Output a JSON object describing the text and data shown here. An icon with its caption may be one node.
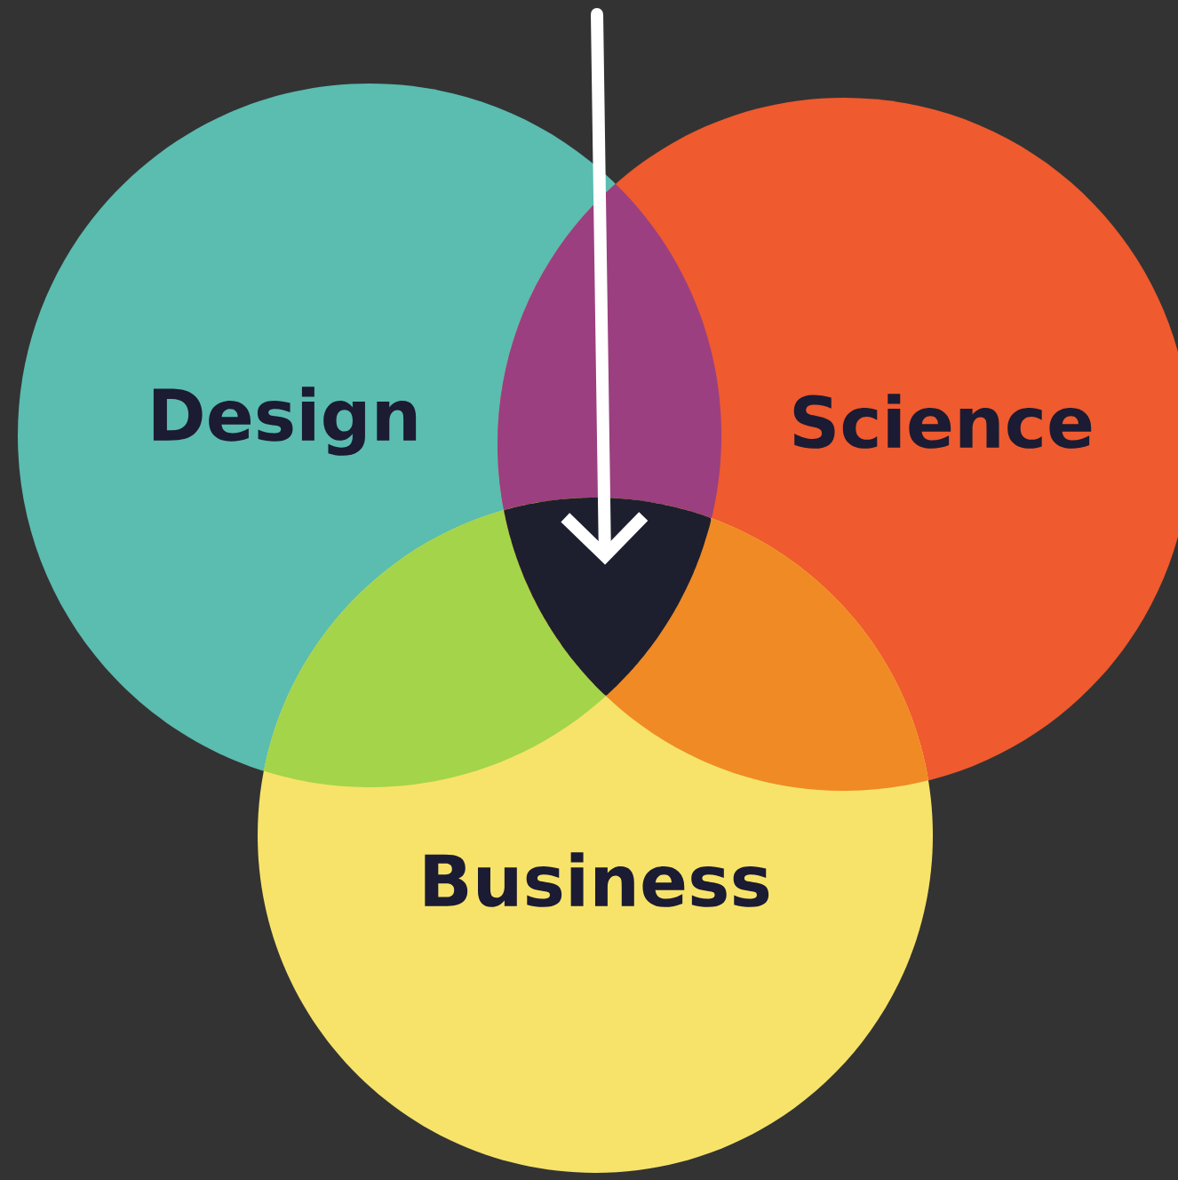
{
  "diagram": {
    "nodes": [
      {
        "text": [
          "Design"
        ]
      },
      {
        "text": [
          "Science"
        ]
      },
      {
        "text": [
          "Business"
        ]
      },
      {
        "text": [],
        "shape": "triangle"
      }
    ],
    "edges": [
      {
        "from": null,
        "to": 3,
        "arrow": "to"
      }
    ]
  }
}
